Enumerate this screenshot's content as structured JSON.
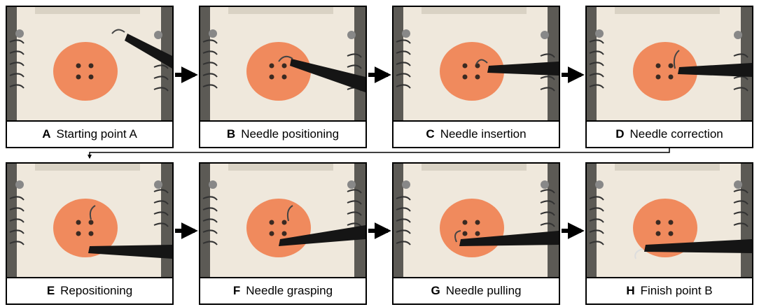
{
  "panels": [
    {
      "letter": "A",
      "label": "Starting point A"
    },
    {
      "letter": "B",
      "label": "Needle positioning"
    },
    {
      "letter": "C",
      "label": "Needle insertion"
    },
    {
      "letter": "D",
      "label": "Needle correction"
    },
    {
      "letter": "E",
      "label": "Repositioning"
    },
    {
      "letter": "F",
      "label": "Needle grasping"
    },
    {
      "letter": "G",
      "label": "Needle pulling"
    },
    {
      "letter": "H",
      "label": "Finish point B"
    }
  ],
  "colors": {
    "board": "#efe8dc",
    "button": "#f08a5d",
    "instrument": "#151515",
    "border": "#000000"
  }
}
